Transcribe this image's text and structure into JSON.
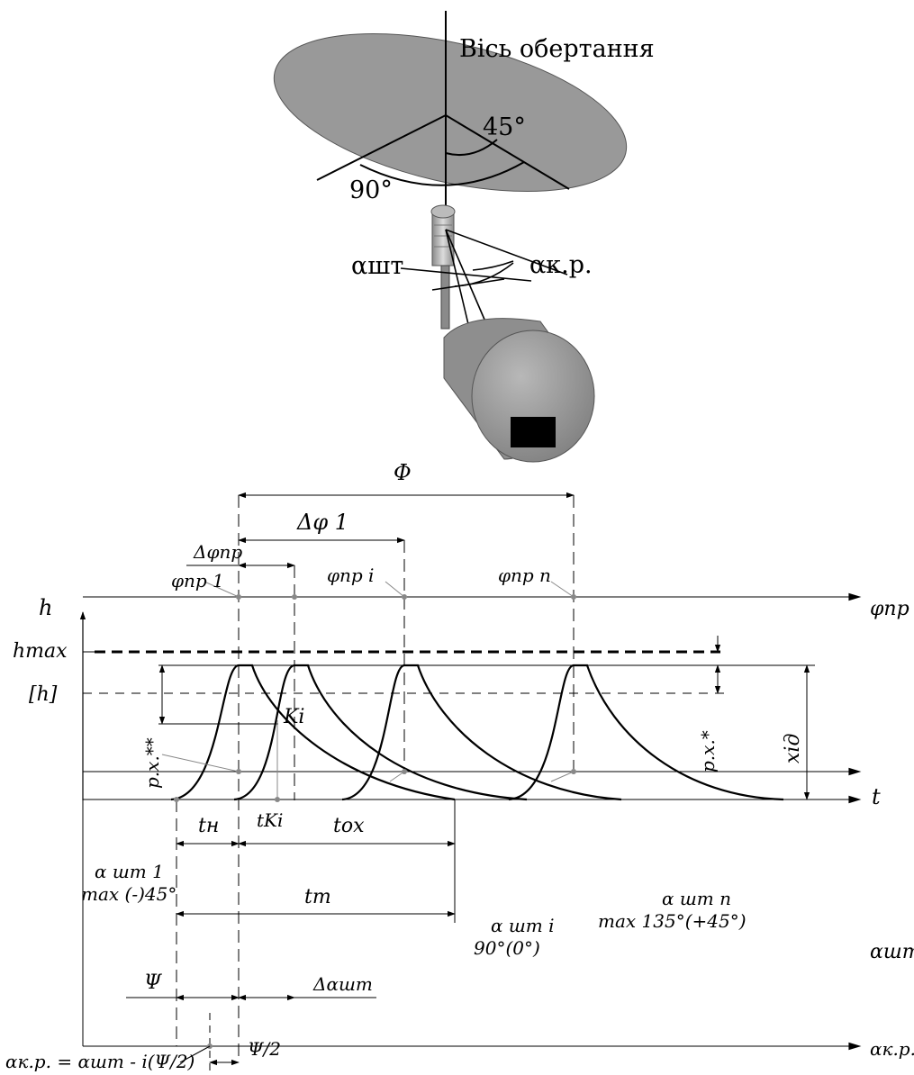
{
  "illustration": {
    "axis_label": "Вісь обертання",
    "angle_45": "45°",
    "angle_90": "90°",
    "alpha_sht": "αшт",
    "alpha_kr": "αк.р."
  },
  "diagram": {
    "Phi": "Φ",
    "delta_phi_1": "Δφ 1",
    "delta_phi_pr": "Δφпр",
    "phi_pr_1": "φпр 1",
    "phi_pr_i": "φпр i",
    "phi_pr_n": "φпр n",
    "phi_pr_axis": "φпр",
    "h": "h",
    "h_max": "hmax",
    "h_allowed": "[h]",
    "K_i": "Ki",
    "px_double": "p.x.**",
    "px_single": "p.x.*",
    "hid": "хід",
    "t_axis": "t",
    "t_K": "tKi",
    "t_n": "tн",
    "t_ox": "tох",
    "t_m": "tт",
    "alpha_sht_1": "α шт 1",
    "max_neg45": "max (-)45°",
    "alpha_sht_i": "α шт i",
    "val_90_0": "90°(0°)",
    "alpha_sht_n": "α шт n",
    "max_135": "max 135°(+45°)",
    "alpha_sht_axis": "αшт",
    "Psi": "Ψ",
    "delta_alpha_sht": "Δαшт",
    "alpha_kr_axis": "αк.р.",
    "formula": "αк.р. = αшт - i(Ψ/2)",
    "psi_half": "Ψ/2"
  }
}
